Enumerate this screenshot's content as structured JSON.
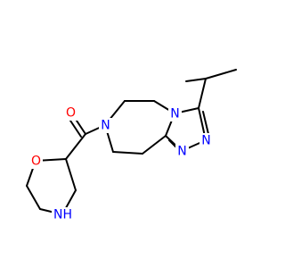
{
  "molecule": {
    "atoms": {
      "o_carbonyl": {
        "label": "O",
        "color": "#ff0000"
      },
      "n_amide": {
        "label": "N",
        "color": "#0000ff"
      },
      "n_triazole_fused": {
        "label": "N",
        "color": "#0000ff"
      },
      "n_triazole_3": {
        "label": "N",
        "color": "#0000ff"
      },
      "n_triazole_2": {
        "label": "N",
        "color": "#0000ff"
      },
      "o_morpholine": {
        "label": "O",
        "color": "#ff0000"
      },
      "nh_morpholine": {
        "label": "NH",
        "color": "#0000ff"
      }
    },
    "bond_color": "#000000"
  }
}
